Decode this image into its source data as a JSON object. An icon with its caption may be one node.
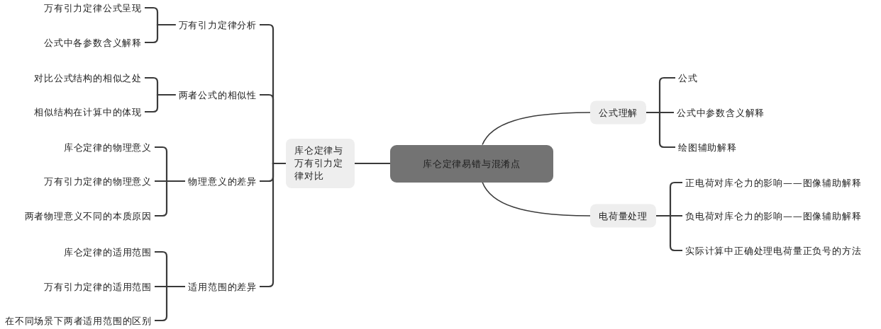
{
  "diagram": {
    "nodes": [
      {
        "text": [
          "库仑定律易错与混淆点"
        ]
      },
      {
        "text": [
          "库仑定律与万有引力定律对比"
        ]
      },
      {
        "text": [
          "万有引力定律分析"
        ]
      },
      {
        "text": [
          "万有引力定律公式呈现"
        ]
      },
      {
        "text": [
          "公式中各参数含义解释"
        ]
      },
      {
        "text": [
          "两者公式的相似性"
        ]
      },
      {
        "text": [
          "对比公式结构的相似之处"
        ]
      },
      {
        "text": [
          "相似结构在计算中的体现"
        ]
      },
      {
        "text": [
          "物理意义的差异"
        ]
      },
      {
        "text": [
          "库仑定律的物理意义"
        ]
      },
      {
        "text": [
          "万有引力定律的物理意义"
        ]
      },
      {
        "text": [
          "两者物理意义不同的本质原因"
        ]
      },
      {
        "text": [
          "适用范围的差异"
        ]
      },
      {
        "text": [
          "库仑定律的适用范围"
        ]
      },
      {
        "text": [
          "万有引力定律的适用范围"
        ]
      },
      {
        "text": [
          "在不同场景下两者适用范围的区别"
        ]
      },
      {
        "text": [
          "公式理解"
        ]
      },
      {
        "text": [
          "公式"
        ]
      },
      {
        "text": [
          "公式中参数含义解释"
        ]
      },
      {
        "text": [
          "绘图辅助解释"
        ]
      },
      {
        "text": [
          "电荷量处理"
        ]
      },
      {
        "text": [
          "正电荷对库仑力的影响——图像辅助解释"
        ]
      },
      {
        "text": [
          "负电荷对库仑力的影响——图像辅助解释"
        ]
      },
      {
        "text": [
          "实际计算中正确处理电荷量正负号的方法"
        ]
      }
    ],
    "edges": [
      {
        "from": 0,
        "to": 1,
        "arrow": "none"
      },
      {
        "from": 1,
        "to": 2,
        "arrow": "none"
      },
      {
        "from": 2,
        "to": 3,
        "arrow": "none"
      },
      {
        "from": 2,
        "to": 4,
        "arrow": "none"
      },
      {
        "from": 1,
        "to": 5,
        "arrow": "none"
      },
      {
        "from": 5,
        "to": 6,
        "arrow": "none"
      },
      {
        "from": 5,
        "to": 7,
        "arrow": "none"
      },
      {
        "from": 1,
        "to": 8,
        "arrow": "none"
      },
      {
        "from": 8,
        "to": 9,
        "arrow": "none"
      },
      {
        "from": 8,
        "to": 10,
        "arrow": "none"
      },
      {
        "from": 8,
        "to": 11,
        "arrow": "none"
      },
      {
        "from": 1,
        "to": 12,
        "arrow": "none"
      },
      {
        "from": 12,
        "to": 13,
        "arrow": "none"
      },
      {
        "from": 12,
        "to": 14,
        "arrow": "none"
      },
      {
        "from": 12,
        "to": 15,
        "arrow": "none"
      },
      {
        "from": 0,
        "to": 16,
        "arrow": "none"
      },
      {
        "from": 16,
        "to": 17,
        "arrow": "none"
      },
      {
        "from": 16,
        "to": 18,
        "arrow": "none"
      },
      {
        "from": 16,
        "to": 19,
        "arrow": "none"
      },
      {
        "from": 0,
        "to": 20,
        "arrow": "none"
      },
      {
        "from": 20,
        "to": 21,
        "arrow": "none"
      },
      {
        "from": 20,
        "to": 22,
        "arrow": "none"
      },
      {
        "from": 20,
        "to": 23,
        "arrow": "none"
      }
    ]
  }
}
